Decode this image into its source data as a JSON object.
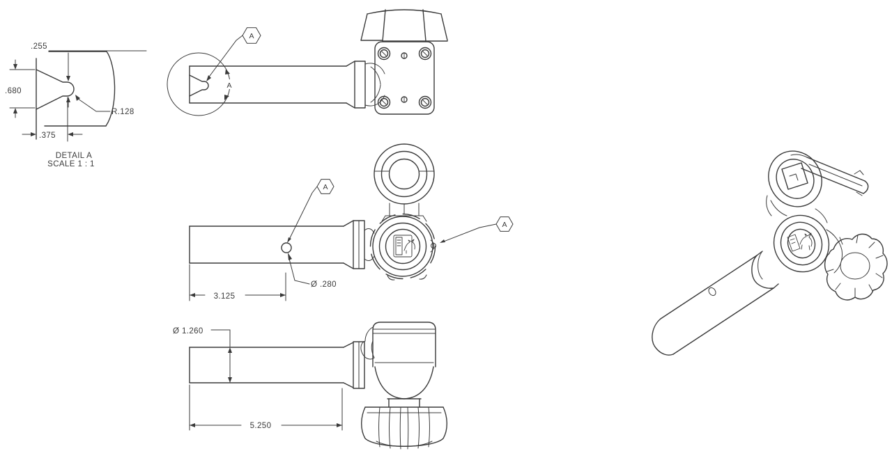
{
  "colors": {
    "background": "#ffffff",
    "line": "#3a3a3a"
  },
  "detail_view": {
    "slot_width": ".255",
    "opening_height": ".680",
    "slot_depth": ".375",
    "corner_radius": "R.128",
    "label": "DETAIL A",
    "scale_label": "SCALE 1 : 1"
  },
  "top_view": {
    "balloon_label": "A",
    "detail_arc_label": "A"
  },
  "front_view": {
    "balloon_left_label": "A",
    "balloon_right_label": "A",
    "hole_offset": "3.125",
    "hole_diameter": "Ø .280"
  },
  "bottom_view": {
    "tube_diameter": "Ø 1.260",
    "overall_length": "5.250"
  }
}
